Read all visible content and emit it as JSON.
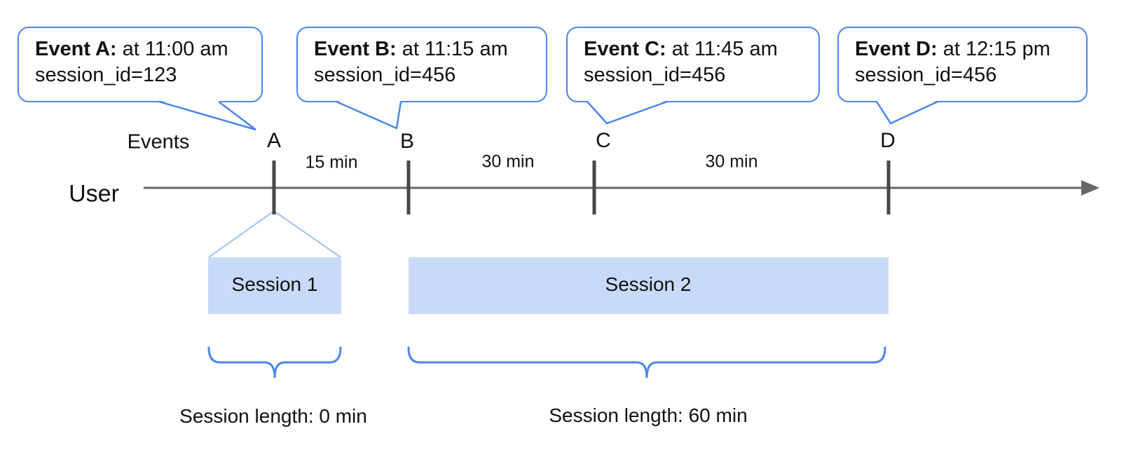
{
  "callouts": [
    {
      "label": "Event A:",
      "time": "at 11:00 am",
      "session_id": "session_id=123"
    },
    {
      "label": "Event B:",
      "time": "at 11:15 am",
      "session_id": "session_id=456"
    },
    {
      "label": "Event C:",
      "time": "at 11:45 am",
      "session_id": "session_id=456"
    },
    {
      "label": "Event D:",
      "time": "at 12:15 pm",
      "session_id": "session_id=456"
    }
  ],
  "timeline": {
    "events_label": "Events",
    "user_label": "User",
    "markers": [
      "A",
      "B",
      "C",
      "D"
    ],
    "gaps": [
      "15 min",
      "30 min",
      "30 min"
    ]
  },
  "sessions": [
    {
      "name": "Session 1",
      "length": "Session length: 0 min"
    },
    {
      "name": "Session 2",
      "length": "Session length: 60 min"
    }
  ],
  "colors": {
    "accent_blue": "#4a86e8",
    "session_fill": "#c9daf8",
    "funnel_blue": "#a4c2f4",
    "timeline_gray": "#666666",
    "tick_gray": "#474747"
  }
}
